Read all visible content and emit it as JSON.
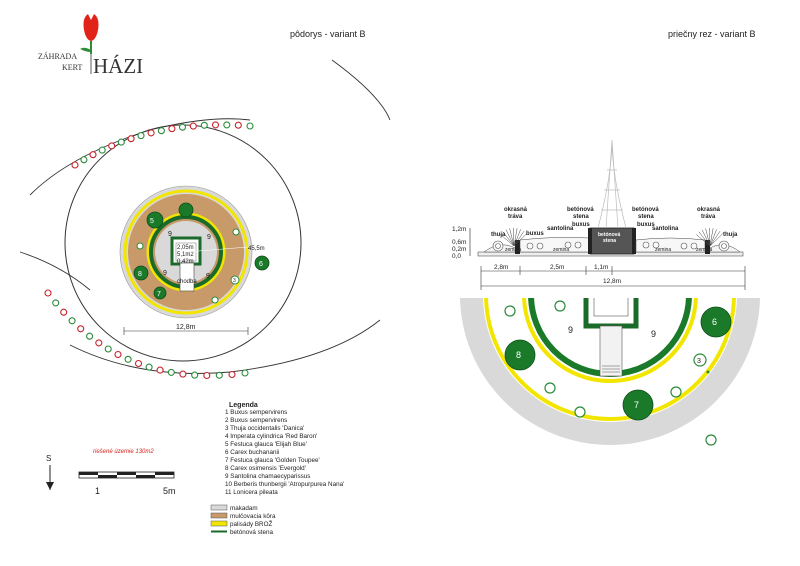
{
  "logo": {
    "line1": "ZÁHRADA",
    "line2": "KERT",
    "brand": "HÁZI",
    "tulip_color": "#e2231a"
  },
  "plan": {
    "title": "pôdorys - variant B",
    "labels": {
      "area_nw": "9",
      "area_ne": "9",
      "area_sw": "9",
      "area_se": "9",
      "plant_5": "5",
      "plant_3": "3",
      "plant_7": "7",
      "plant_8": "8",
      "plant_6": "6",
      "dim_205": "2,05m",
      "dim_51": "5,1m2",
      "dim_042": "0,42m",
      "chodba": "chodba",
      "radius": "45,5m",
      "diameter": "12,8m"
    },
    "area_note": "riešené územie 130m2"
  },
  "scale_bar": {
    "north": "S",
    "tick1": "1",
    "tick5": "5m"
  },
  "legend": {
    "title": "Legenda",
    "items": [
      "1 Buxus sempervirens",
      "2 Buxus sempervirens",
      "3 Thuja occidentalis 'Danica'",
      "4 Imperata cylindrica 'Red Baron'",
      "5 Festuca glauca 'Elijah Blue'",
      "6 Carex buchananii",
      "7 Festuca glauca 'Golden Toupee'",
      "8 Carex osimensis 'Evergold'",
      "9 Santolina chamaecyparissus",
      "10 Berberis thunbergii 'Atropurpurea Nana'",
      "11 Lonicera pileata"
    ],
    "materials": [
      {
        "label": "makadam",
        "color": "#d9d9d9"
      },
      {
        "label": "mulčovacia kôra",
        "color": "#c89a6a"
      },
      {
        "label": "palisády BROŽ",
        "color": "#f2e600"
      },
      {
        "label": "betónová stena",
        "color": "#1a6b2a"
      }
    ]
  },
  "section": {
    "title": "priečny rez - variant B",
    "labels": {
      "okrasna_l": "okrasná",
      "trava_l": "tráva",
      "thuja_l": "thuja",
      "buxus_l": "buxus",
      "santolina_l": "santolina",
      "zemina_l": "zemina",
      "zemina_l2": "zemina",
      "betonova_l": "betónová",
      "stena_l": "stena",
      "buxus_cl": "buxus",
      "betonova_r": "betónová",
      "stena_r": "stena",
      "buxus_cr": "buxus",
      "santolina_r": "santolina",
      "zemina_r": "zemina",
      "zemina_r2": "zemina",
      "okrasna_r": "okrasná",
      "trava_r": "tráva",
      "thuja_r": "thuja",
      "center_betonova": "betónová",
      "center_stena": "stena"
    },
    "heights": [
      "1,2m",
      "0,6m",
      "0,2m",
      "0,0"
    ],
    "dims": {
      "d1": "2,8m",
      "d2": "2,5m",
      "d3": "1,1m",
      "total": "12,8m"
    }
  },
  "detail": {
    "labels": {
      "nine_l": "9",
      "nine_r": "9",
      "six": "6",
      "eight": "8",
      "three": "3",
      "seven": "7"
    }
  }
}
